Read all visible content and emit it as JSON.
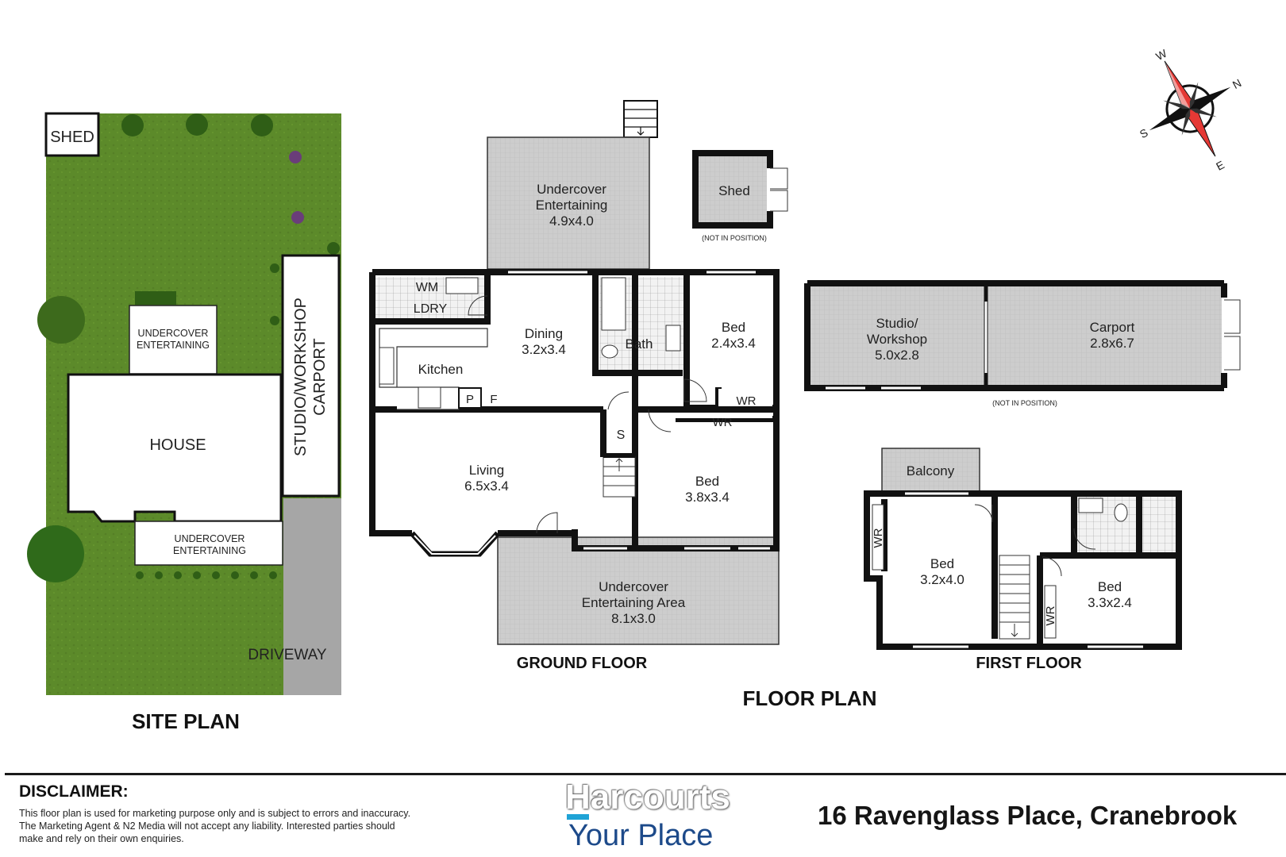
{
  "site_plan": {
    "title": "SITE PLAN",
    "shed": "SHED",
    "undercover_top": [
      "UNDERCOVER",
      "ENTERTAINING"
    ],
    "house": "HOUSE",
    "studio_carport": [
      "STUDIO/WORKSHOP",
      "CARPORT"
    ],
    "undercover_bottom": [
      "UNDERCOVER",
      "ENTERTAINING"
    ],
    "driveway": "DRIVEWAY"
  },
  "floor_plan": {
    "title": "FLOOR PLAN",
    "ground_floor": {
      "title": "GROUND FLOOR",
      "undercover_ent": [
        "Undercover",
        "Entertaining",
        "4.9x4.0"
      ],
      "wm": "WM",
      "ldry": "LDRY",
      "dining": [
        "Dining",
        "3.2x3.4"
      ],
      "kitchen": "Kitchen",
      "p": "P",
      "f": "F",
      "bath": "Bath",
      "bed1": [
        "Bed",
        "2.4x3.4"
      ],
      "wr1": "WR",
      "wr2": "WR",
      "s": "S",
      "living": [
        "Living",
        "6.5x3.4"
      ],
      "bed2": [
        "Bed",
        "3.8x3.4"
      ],
      "undercover_area": [
        "Undercover",
        "Entertaining Area",
        "8.1x3.0"
      ]
    },
    "shed": {
      "label": "Shed",
      "note": "(NOT IN POSITION)"
    },
    "studio": [
      "Studio/",
      "Workshop",
      "5.0x2.8"
    ],
    "carport": [
      "Carport",
      "2.8x6.7"
    ],
    "studio_note": "(NOT IN POSITION)",
    "first_floor": {
      "title": "FIRST FLOOR",
      "balcony": "Balcony",
      "wr_left": "WR",
      "bed1": [
        "Bed",
        "3.2x4.0"
      ],
      "wr_right": "WR",
      "bed2": [
        "Bed",
        "3.3x2.4"
      ]
    },
    "compass": {
      "w": "W",
      "n": "N",
      "s": "S",
      "e": "E"
    }
  },
  "footer": {
    "disclaimer_title": "DISCLAIMER:",
    "disclaimer_lines": [
      "This floor plan is used for marketing purpose only and is subject to errors and inaccuracy.",
      "The Marketing Agent & N2 Media will not accept any liability. Interested parties should",
      "make and rely on their own enquiries."
    ],
    "brand_top": "Harcourts",
    "brand_bottom": "Your Place",
    "address": "16 Ravenglass Place, Cranebrook"
  },
  "colors": {
    "lawn": "#5c8a2a",
    "tile": "#c9c9c9",
    "wall": "#111111",
    "driveway": "#a6a6a6",
    "brand_blue": "#1d4a8a",
    "brand_cyan": "#1fa3d6"
  }
}
